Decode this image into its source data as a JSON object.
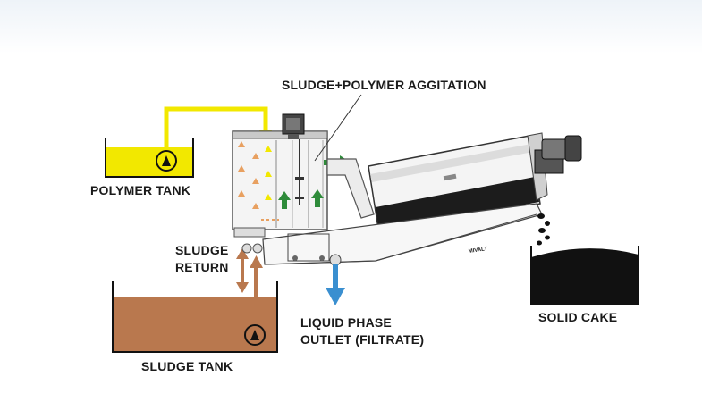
{
  "labels": {
    "agitation": "SLUDGE+POLYMER AGGITATION",
    "polymer_tank": "POLYMER TANK",
    "sludge_return_line1": "SLUDGE",
    "sludge_return_line2": "RETURN",
    "sludge_tank": "SLUDGE TANK",
    "filtrate_line1": "LIQUID PHASE",
    "filtrate_line2": "OUTLET (FILTRATE)",
    "solid_cake": "SOLID CAKE",
    "machine_brand": "MIVALT"
  },
  "colors": {
    "polymer": "#f2e800",
    "sludge": "#b9784e",
    "filtrate": "#3a8fd0",
    "flow_green": "#2e8b3a",
    "cake": "#111111"
  },
  "icons": [
    "pump-icon",
    "motor-icon",
    "gearbox-icon"
  ]
}
